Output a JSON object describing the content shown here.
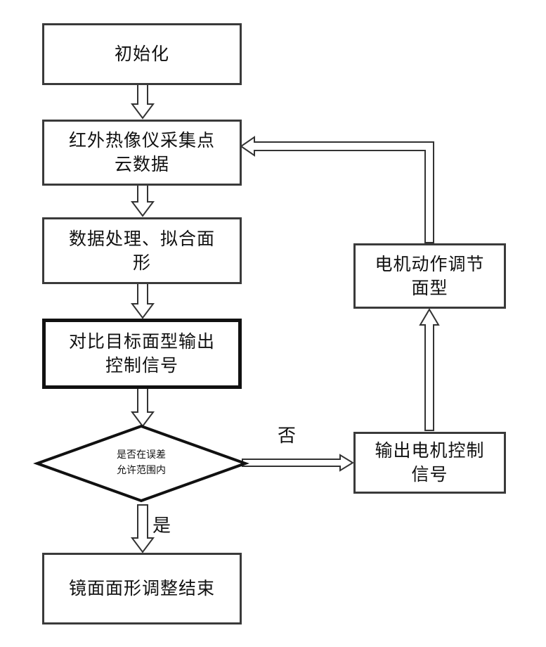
{
  "steps": {
    "init": "初始化",
    "capture": "红外热像仪采集点\n云数据",
    "process": "数据处理、拟合面\n形",
    "compare": "对比目标面型输出\n控制信号",
    "decision": "是否在误差\n允许范围内",
    "end": "镜面面形调整结束",
    "motor_out": "输出电机控制\n信号",
    "motor_adjust": "电机动作调节\n面型"
  },
  "labels": {
    "no": "否",
    "yes": "是"
  },
  "colors": {
    "border": "#3a3a3a",
    "arrow": "#333333"
  }
}
